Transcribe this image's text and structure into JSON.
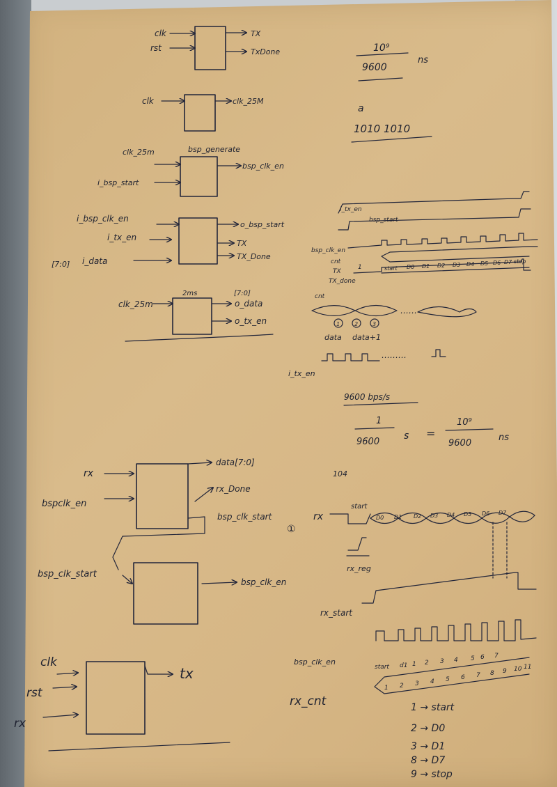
{
  "diagram1": {
    "inputs": [
      "clk",
      "rst"
    ],
    "outputs": [
      "TX",
      "TxDone"
    ]
  },
  "diagram2": {
    "input": "clk",
    "output": "clk_25M"
  },
  "diagram3": {
    "title": "bsp_generate",
    "inputs": [
      "clk_25m",
      "i_bsp_start"
    ],
    "output": "bsp_clk_en"
  },
  "diagram4": {
    "inputs": [
      "i_bsp_clk_en",
      "i_tx_en",
      "i_data"
    ],
    "bus": "[7:0]",
    "outputs": [
      "o_bsp_start",
      "TX",
      "TX_Done"
    ]
  },
  "diagram5": {
    "input": "clk_25m",
    "inner": "2ms",
    "bus": "[7:0]",
    "outputs": [
      "o_data",
      "o_tx_en"
    ]
  },
  "diagram6": {
    "inputs": [
      "rx",
      "bspclk_en"
    ],
    "outputs": [
      "data[7:0]",
      "rx_Done",
      "bsp_clk_start"
    ]
  },
  "diagram7": {
    "input": "bsp_clk_start",
    "output": "bsp_clk_en"
  },
  "diagram8": {
    "inputs": [
      "clk",
      "rst",
      "rx"
    ],
    "output": "tx"
  },
  "notes": {
    "frac_top_num": "10⁹",
    "frac_top_den": "9600",
    "frac_top_unit": "ns",
    "note_a": "a",
    "pattern": "1010 1010",
    "baud": "9600 bps/s",
    "eq_num1": "1",
    "eq_den1": "9600",
    "eq_s": "s",
    "eq_eq": "=",
    "eq_num2": "10⁹",
    "eq_den2": "9600",
    "eq_unit": "ns",
    "val_104": "104",
    "circ_mark": "①"
  },
  "timing1": {
    "labels": [
      "i_tx_en",
      "bsp_start",
      "bsp_clk_en",
      "cnt",
      "TX",
      "TX_done",
      "cnt"
    ],
    "bits": [
      "1",
      "start",
      "D0",
      "D1",
      "D2",
      "D3",
      "D4",
      "D5",
      "D6",
      "D7",
      "stop"
    ]
  },
  "timing2": {
    "labels": [
      "data",
      "data+1"
    ],
    "nums": [
      "1",
      "2",
      "3"
    ],
    "bottom_label": "i_tx_en"
  },
  "timing3": {
    "labels": [
      "rx",
      "start",
      "rx_reg",
      "rx_start",
      "bsp_clk_en",
      "rx_cnt"
    ],
    "bits": [
      "D0",
      "D1",
      "D2",
      "D3",
      "D4",
      "D5",
      "D6",
      "D7"
    ],
    "cnt_nums": [
      "1",
      "2",
      "3",
      "4",
      "5",
      "6",
      "7",
      "8",
      "9",
      "10",
      "11"
    ],
    "cnt_top": [
      "start",
      "d1",
      "1",
      "2",
      "3",
      "4",
      "5",
      "6",
      "7"
    ],
    "mapping": [
      "1 → start",
      "2 → D0",
      "3 → D1",
      "8 → D7",
      "9 → stop"
    ]
  }
}
